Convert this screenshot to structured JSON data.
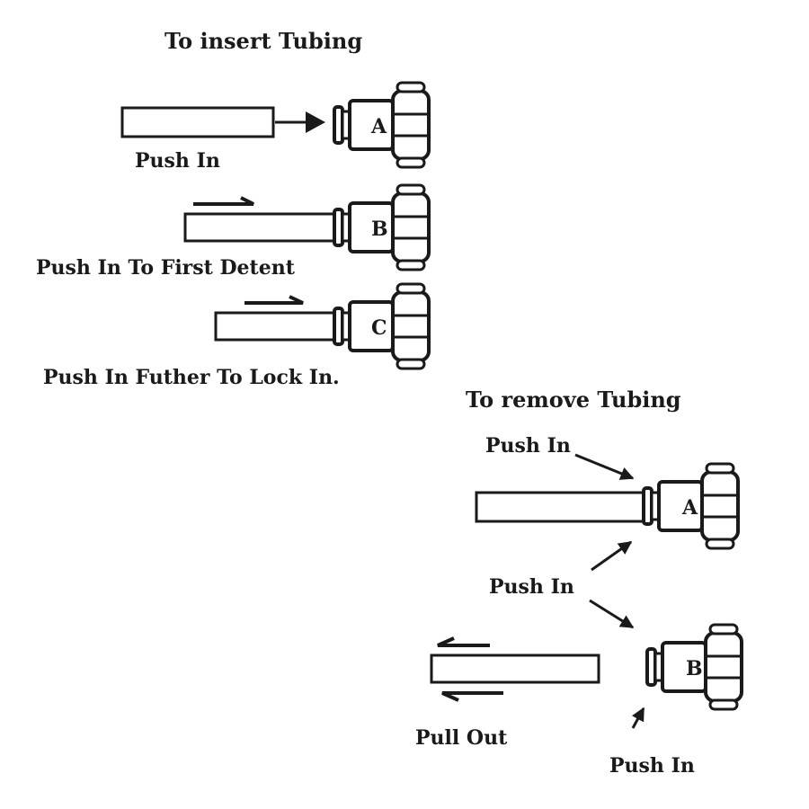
{
  "insert": {
    "title": "To insert Tubing",
    "steps": [
      {
        "letter": "A",
        "caption": "Push In"
      },
      {
        "letter": "B",
        "caption": "Push In To First Detent"
      },
      {
        "letter": "C",
        "caption": "Push In Futher To Lock In."
      }
    ]
  },
  "remove": {
    "title": "To remove Tubing",
    "step1": {
      "letter": "A",
      "label_top": "Push In",
      "label_bottom": "Push In"
    },
    "step2": {
      "letter": "B",
      "label_pull": "Pull Out",
      "label_push": "Push In"
    }
  },
  "colors": {
    "ink": "#1a1a1a",
    "background": "#ffffff"
  }
}
